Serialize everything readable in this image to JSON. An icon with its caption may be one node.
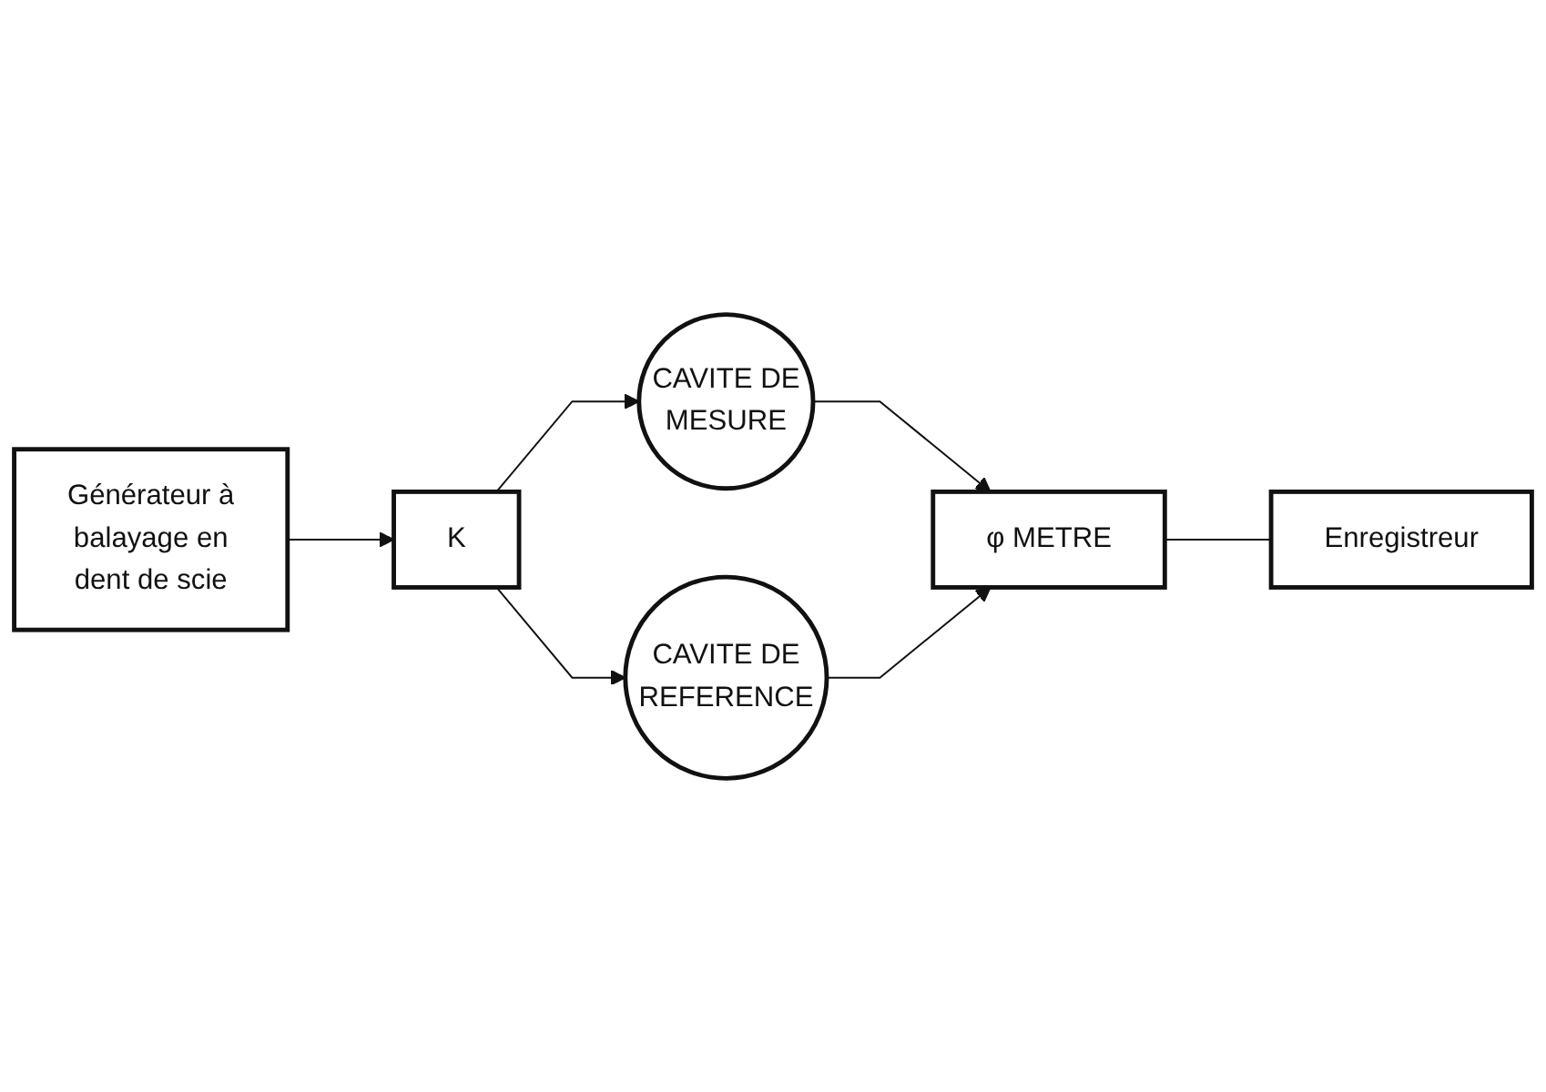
{
  "diagram": {
    "nodes": [
      {
        "text": [
          "CAVITE DE MESURE"
        ]
      },
      {
        "text": [
          "K"
        ]
      },
      {
        "text": [
          "φ METRE"
        ]
      },
      {
        "text": [
          "Enregistreur"
        ]
      },
      {
        "text": [
          "Générateur à balayage en dent de scie"
        ]
      },
      {
        "text": [
          "CAVITE DE REFERENCE"
        ]
      }
    ],
    "edges": [
      {
        "from": 4,
        "to": 1,
        "arrow": "to"
      },
      {
        "from": 1,
        "to": 0,
        "arrow": "to"
      },
      {
        "from": 1,
        "to": 5,
        "arrow": "to"
      },
      {
        "from": 0,
        "to": 2,
        "arrow": "to"
      },
      {
        "from": 5,
        "to": 2,
        "arrow": "to"
      },
      {
        "from": 2,
        "to": 3,
        "arrow": "none"
      }
    ]
  }
}
